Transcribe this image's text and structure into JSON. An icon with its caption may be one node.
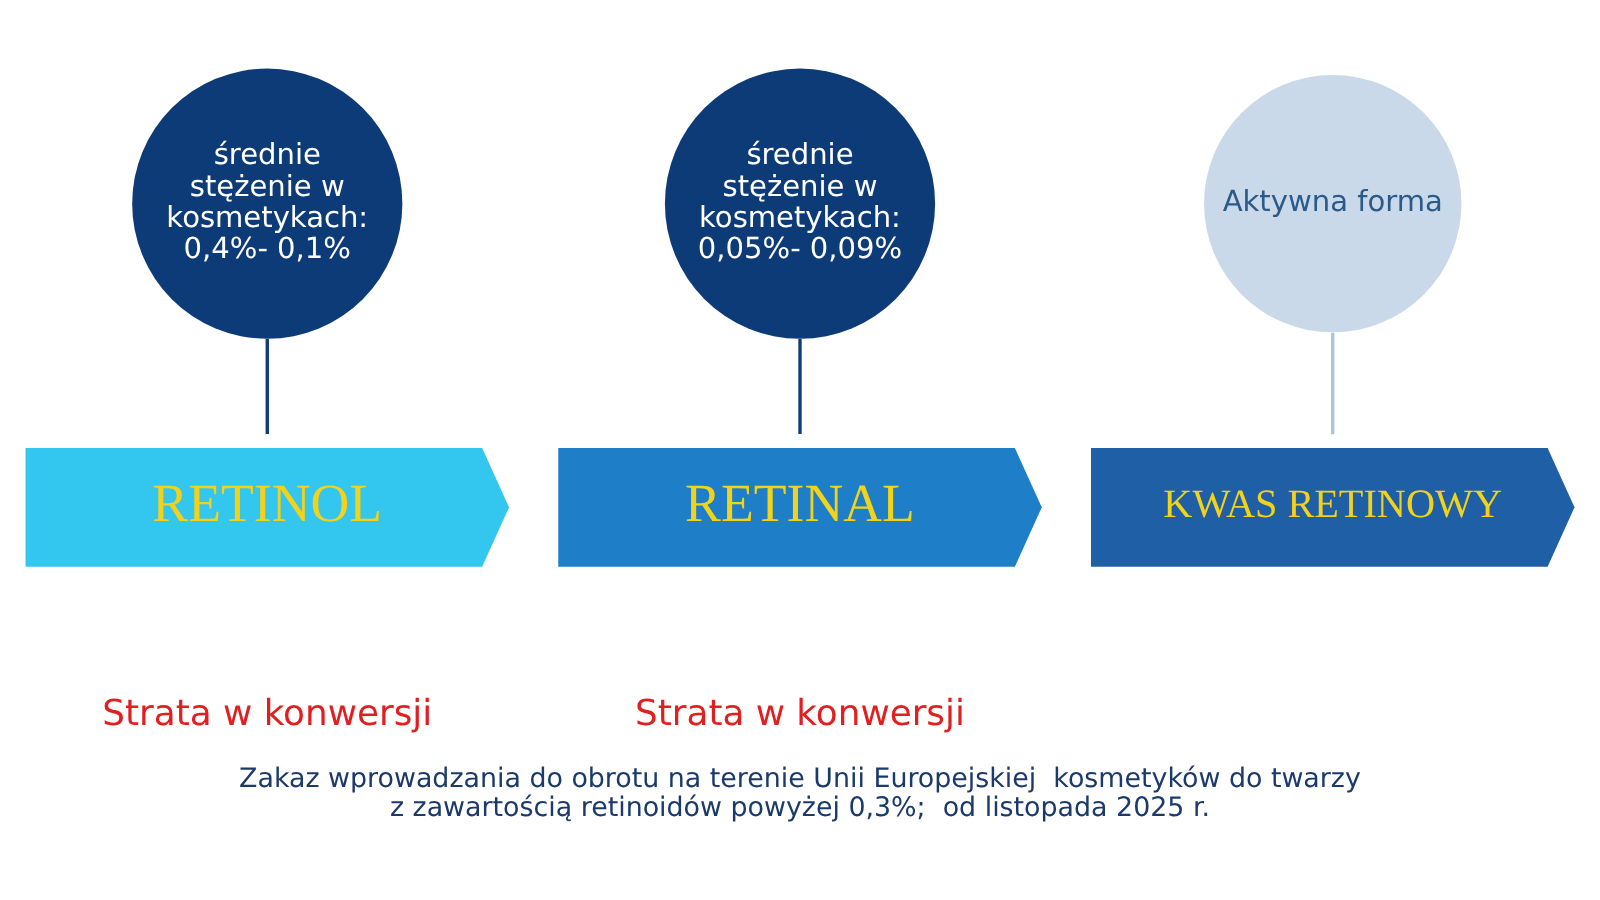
{
  "diagram": {
    "caption": "Zakaz wprowadzania do obrotu na terenie Unii Europejskiej  kosmetyków do twarzy z zawartością retinoidów powyżej 0,3%;  od listopada 2025 r.",
    "nodes": [
      {
        "text": [
          "średnie stężenie w kosmetykach: 0,4%- 0,1%"
        ]
      },
      {
        "text": [
          "średnie stężenie w kosmetykach: 0,05%- 0,09%"
        ]
      },
      {
        "text": [
          "Aktywna forma"
        ]
      },
      {
        "text": [
          "RETINOL"
        ]
      },
      {
        "text": [
          "RETINAL"
        ]
      },
      {
        "text": [
          "KWAS RETINOWY"
        ]
      }
    ],
    "edges": [
      {
        "from": 0,
        "to": 3,
        "arrow": "none"
      },
      {
        "from": 1,
        "to": 4,
        "arrow": "none"
      },
      {
        "from": 2,
        "to": 5,
        "arrow": "none",
        "color": "#a9c4de"
      }
    ],
    "labels": [
      "Strata w konwersji",
      "Strata w konwersji"
    ]
  }
}
